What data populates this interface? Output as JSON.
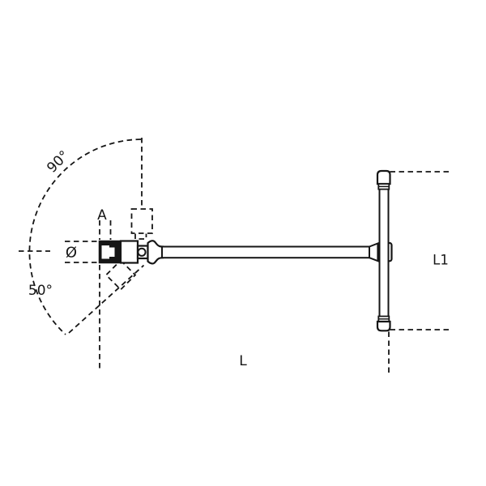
{
  "diagram": {
    "title": "swivel-head-t-handle-wrench-technical-drawing",
    "labels": {
      "swivel_angle_upper": "90°",
      "swivel_angle_lower": "50°",
      "socket_size": "A",
      "socket_diameter": "Ø",
      "overall_length": "L",
      "handle_length": "L1"
    },
    "colors": {
      "line": "#161616",
      "background": "#ffffff"
    }
  }
}
